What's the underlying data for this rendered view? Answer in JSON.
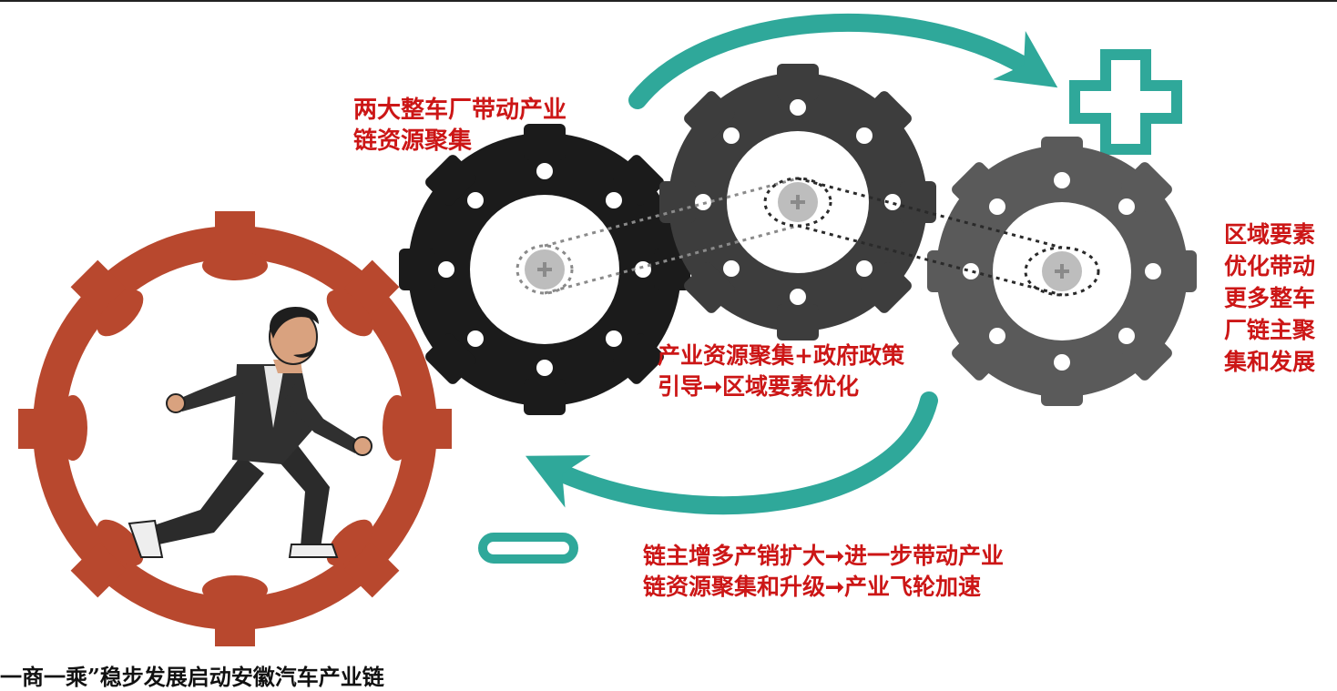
{
  "colors": {
    "label_red": "#cc1616",
    "teal": "#2fa89a",
    "gear_black": "#1b1b1b",
    "gear_dark": "#3d3d3d",
    "gear_gray": "#5a5a5a",
    "gear_orange": "#b8482e",
    "caption": "#111111"
  },
  "labels": {
    "top_left": "两大整车厂带动产业\n链资源聚集",
    "right": "区域要素\n优化带动\n更多整车\n厂链主聚\n集和发展",
    "middle": "产业资源聚集+政府政策\n引导➞区域要素优化",
    "bottom": "链主增多产销扩大➞进一步带动产业\n链资源聚集和升级➞产业飞轮加速"
  },
  "caption": "一商一乘”稳步发展启动安徽汽车产业链",
  "icons": {
    "plus": "plus-icon",
    "minus": "minus-icon",
    "runner": "running-businessman-icon"
  }
}
